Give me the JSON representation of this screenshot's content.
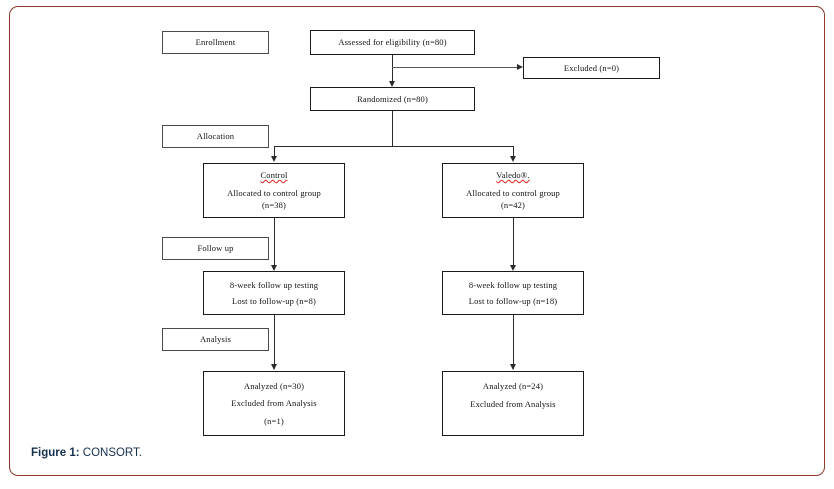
{
  "figure": {
    "caption_label": "Figure 1:",
    "caption_text": "CONSORT.",
    "frame_color": "#8a3b2a",
    "caption_color": "#16324f"
  },
  "stage_labels": [
    {
      "label": "Enrollment"
    },
    {
      "label": "Allocation"
    },
    {
      "label": "Follow up"
    },
    {
      "label": "Analysis"
    }
  ],
  "nodes": {
    "assessed": {
      "line1": "Assessed for eligibility (n=80)"
    },
    "excluded": {
      "line1": "Excluded (n=0)"
    },
    "randomized": {
      "line1": "Randomized (n=80)"
    },
    "control_allocation": {
      "title": "Control",
      "line1": "Allocated to control group",
      "line2": "(n=38)",
      "title_misspelled": true
    },
    "valedo_allocation": {
      "title": "Valedo®.",
      "line1": "Allocated to control group",
      "line2": "(n=42)",
      "title_misspelled": true
    },
    "control_followup": {
      "line1": "8-week follow up testing",
      "line2": "Lost to follow-up (n=8)"
    },
    "valedo_followup": {
      "line1": "8-week follow up testing",
      "line2": "Lost to follow-up (n=18)"
    },
    "control_analysis": {
      "line1": "Analyzed (n=30)",
      "line2": "Excluded from Analysis",
      "line3": "(n=1)"
    },
    "valedo_analysis": {
      "line1": "Analyzed (n=24)",
      "line2": "Excluded from Analysis",
      "line3": ""
    }
  },
  "colors": {
    "box_border": "#1a1a1a",
    "label_border": "#4a4a4a",
    "connector": "#2b2b2b",
    "misspelled_underline": "#e02020"
  }
}
